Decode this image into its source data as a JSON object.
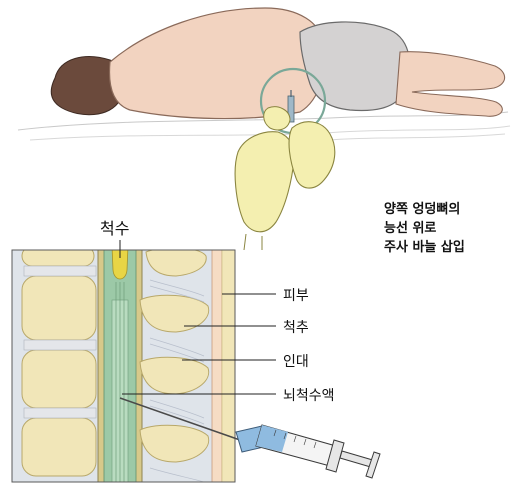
{
  "callout": {
    "line1": "양쪽 엉덩뼈의",
    "line2": "능선 위로",
    "line3": "주사 바늘 삽입"
  },
  "labels": {
    "spinal_cord": "척수",
    "skin": "피부",
    "vertebra": "척추",
    "ligament": "인대",
    "csf": "뇌척수액"
  },
  "colors": {
    "skin_tone": "#f2d3c0",
    "glove": "#f4efb0",
    "bone": "#f1e6b8",
    "disc": "#e4e6ea",
    "cord": "#9cc9a7",
    "cord_core": "#e8d545",
    "panel_bg": "#dfe4ea",
    "syringe_fluid": "#8fbbe0"
  }
}
